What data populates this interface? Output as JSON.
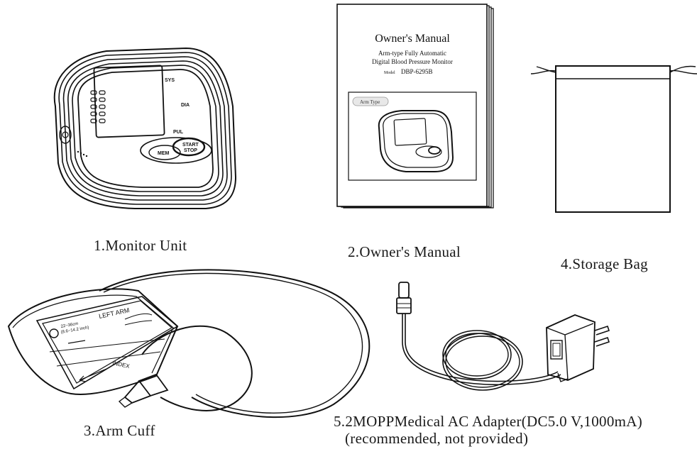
{
  "captions": {
    "monitor": "1.Monitor Unit",
    "manual": "2.Owner's Manual",
    "bag": "4.Storage Bag",
    "cuff": "3.Arm Cuff",
    "adapter_line1": "5.2MOPPMedical AC Adapter(DC5.0 V,1000mA)",
    "adapter_line2": "(recommended, not provided)"
  },
  "monitor": {
    "label_sys": "SYS",
    "label_dia": "DIA",
    "label_pul": "PUL",
    "label_mem": "MEM",
    "label_start": "START",
    "label_stop": "STOP"
  },
  "manual": {
    "title": "Owner's Manual",
    "subtitle1": "Arm-type Fully Automatic",
    "subtitle2": "Digital Blood Pressure Monitor",
    "model_label": "Model",
    "model": "DBP-6295B",
    "tag": "Arm Type"
  },
  "cuff": {
    "side_label": "LEFT ARM",
    "size_cm": "22~36cm",
    "size_inch": "(8.6~14.2 inch)",
    "index_label": "INDEX"
  },
  "icons": [
    "monitor-unit-icon",
    "owners-manual-icon",
    "storage-bag-icon",
    "arm-cuff-icon",
    "ac-adapter-icon"
  ]
}
